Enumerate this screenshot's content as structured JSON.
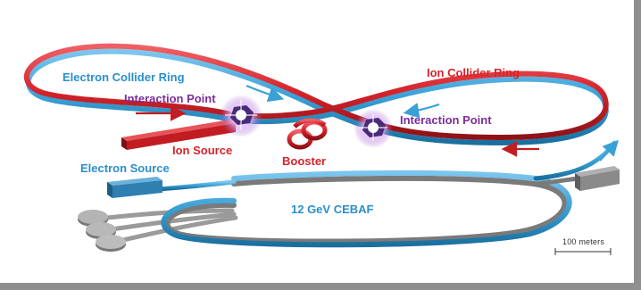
{
  "labels": {
    "electron_collider_ring": "Electron Collider Ring",
    "ion_collider_ring": "Ion Collider Ring",
    "interaction_point_left": "Interaction Point",
    "interaction_point_right": "Interaction Point",
    "ion_source": "Ion Source",
    "booster": "Booster",
    "electron_source": "Electron Source",
    "cebaf": "12 GeV CEBAF"
  },
  "scale_bar": {
    "label": "100 meters"
  },
  "colors": {
    "electron": "#3aa0d6",
    "electron_dark": "#1a6f9e",
    "ion": "#d6232a",
    "ion_dark": "#8e1116",
    "interaction_point_label": "#7a2e9c",
    "background": "#ffffff",
    "shadow": "#8f8f8f",
    "magnet_gray": "#9a9a9a"
  },
  "icons": {
    "interaction_points": "glowing-hexagon-icon",
    "ion_source": "red-bar-icon",
    "electron_source": "blue-box-icon",
    "beam_dumps": "gray-disc-icon",
    "direction_arrows": "arrow-icon"
  }
}
